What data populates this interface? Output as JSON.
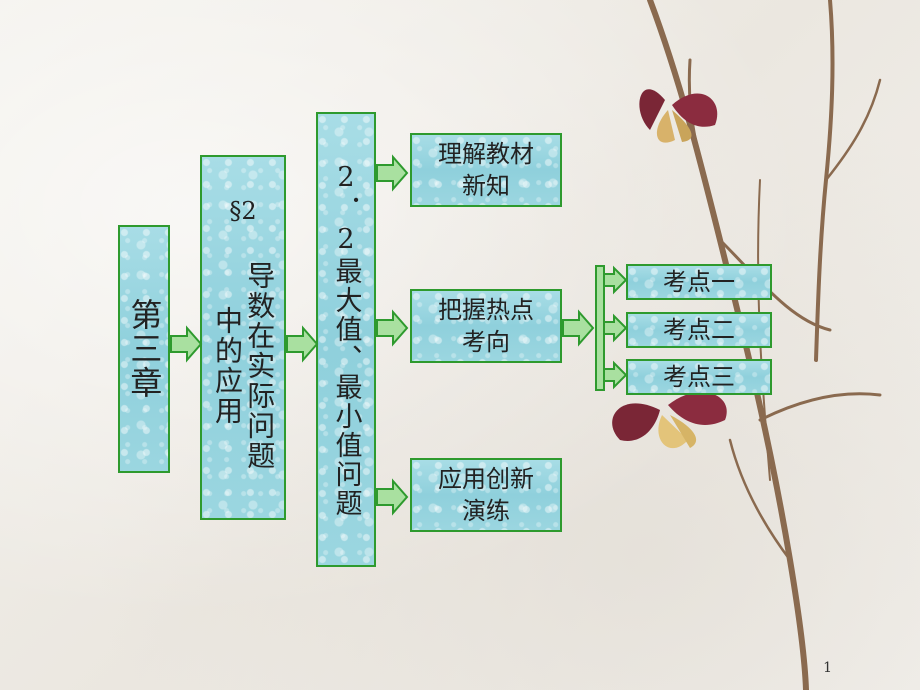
{
  "nodes": {
    "chapter": "第三章",
    "section": "§2",
    "section_title": "导数在实际问题中的应用",
    "subsection": "2．2最大值、最小值问题",
    "branch1": "理解教材\n新知",
    "branch2": "把握热点\n考向",
    "branch3": "应用创新\n演练",
    "point1": "考点一",
    "point2": "考点二",
    "point3": "考点三"
  },
  "page_number": "1",
  "colors": {
    "box_fill": "#9bd6e0",
    "box_border": "#2e9a2e",
    "arrow_fill": "#a9e0a0",
    "arrow_stroke": "#2e9a2e"
  }
}
